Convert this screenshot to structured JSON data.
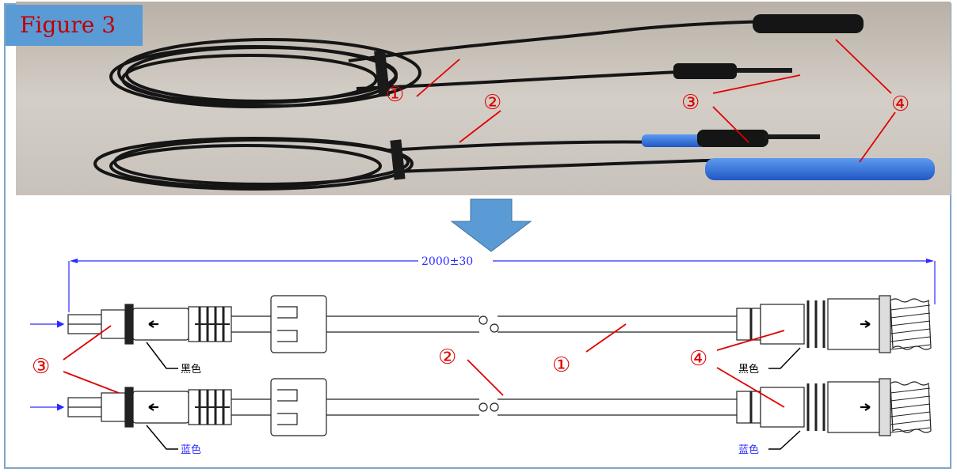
{
  "figure_label": "Figure 3",
  "callouts": {
    "c1": "①",
    "c2": "②",
    "c3": "③",
    "c4": "④"
  },
  "dimension": "2000±30",
  "labels": {
    "black": "黑色",
    "blue": "蓝色"
  },
  "colors": {
    "callout_red": "#e00000",
    "dimension_blue": "#2b2bff",
    "label_bg": "#5b9bd5",
    "blue_sleeve": "#2f6fd8",
    "arrow_fill": "#5b9bd5"
  }
}
